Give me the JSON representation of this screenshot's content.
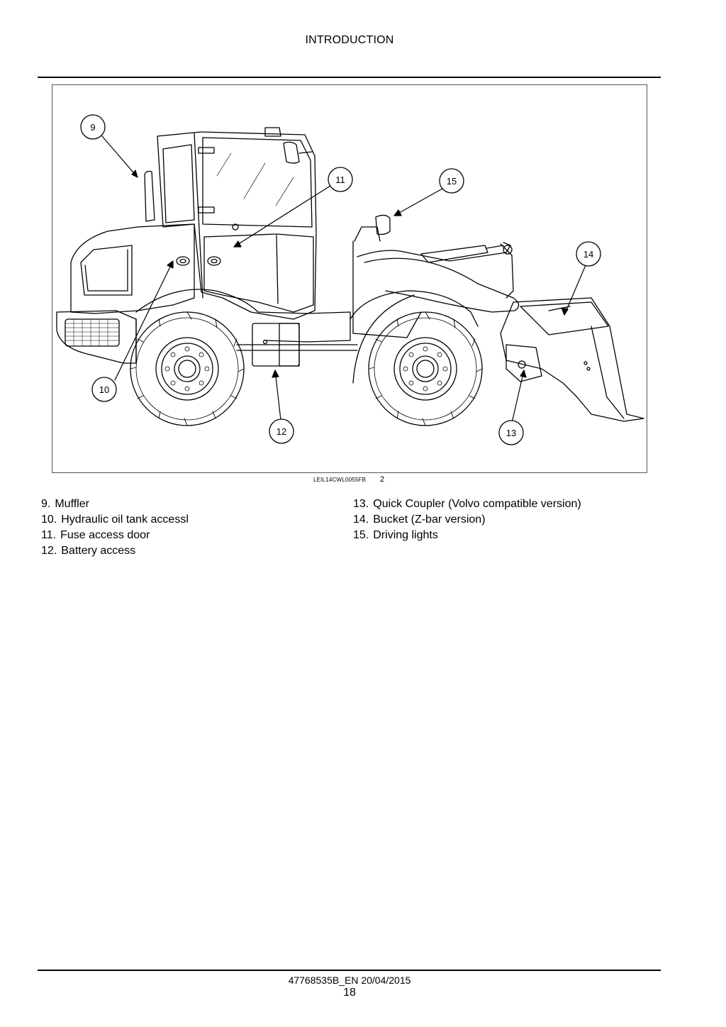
{
  "header": {
    "title": "INTRODUCTION"
  },
  "figure": {
    "code": "LEIL14CWL0055FB",
    "number": "2",
    "callouts": [
      "9",
      "11",
      "15",
      "14",
      "10",
      "12",
      "13"
    ]
  },
  "legend": {
    "left": [
      {
        "num": "9.",
        "label": "Muffler"
      },
      {
        "num": "10.",
        "label": "Hydraulic oil tank accessl"
      },
      {
        "num": "11.",
        "label": "Fuse access door"
      },
      {
        "num": "12.",
        "label": "Battery access"
      }
    ],
    "right": [
      {
        "num": "13.",
        "label": "Quick Coupler (Volvo compatible version)"
      },
      {
        "num": "14.",
        "label": "Bucket (Z-bar version)"
      },
      {
        "num": "15.",
        "label": "Driving lights"
      }
    ]
  },
  "footer": {
    "doc_code": "47768535B_EN 20/04/2015",
    "page_number": "18"
  }
}
